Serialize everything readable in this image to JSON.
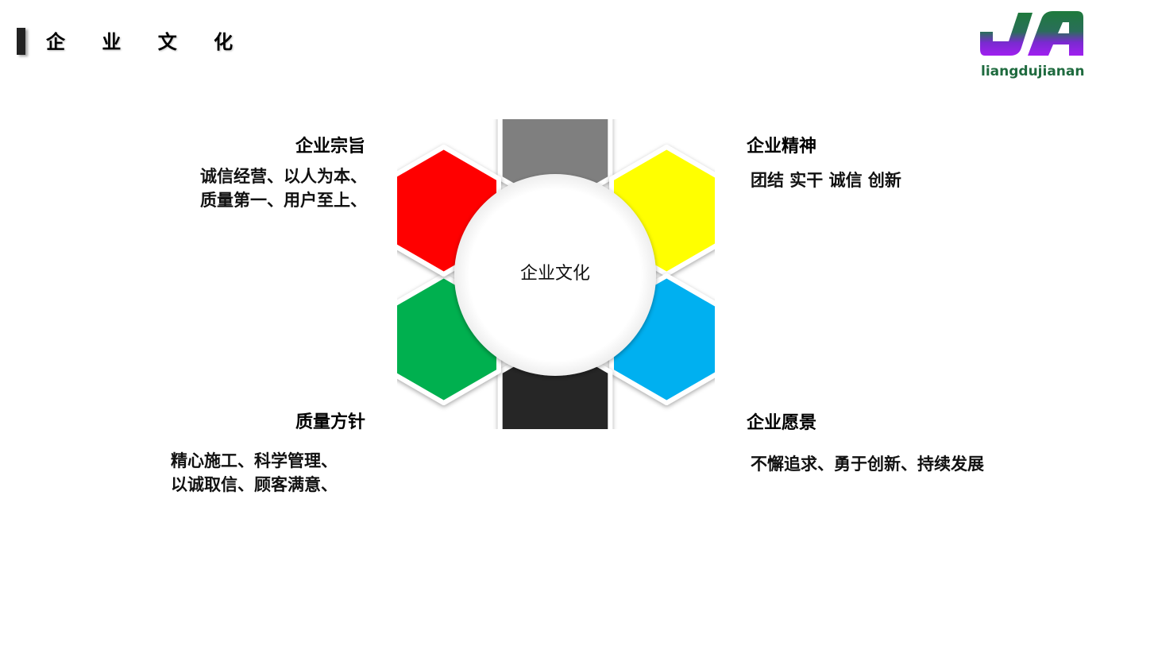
{
  "header": {
    "title": "企 业 文 化"
  },
  "logo": {
    "text": "liangdujianan",
    "icon": "JA-logo"
  },
  "diagram": {
    "center_label": "企业文化",
    "segment_colors": [
      "#7f7f7f",
      "#ffff00",
      "#00b0f0",
      "#262626",
      "#00b050",
      "#ff0000"
    ]
  },
  "sections": {
    "purpose": {
      "heading": "企业宗旨",
      "lines": [
        "诚信经营、以人为本、",
        "质量第一、用户至上、"
      ]
    },
    "spirit": {
      "heading": "企业精神",
      "lines": [
        "团结 实干 诚信 创新"
      ]
    },
    "quality": {
      "heading": "质量方针",
      "lines": [
        "精心施工、科学管理、",
        "以诚取信、顾客满意、"
      ]
    },
    "vision": {
      "heading": "企业愿景",
      "lines": [
        "不懈追求、勇于创新、持续发展"
      ]
    }
  }
}
